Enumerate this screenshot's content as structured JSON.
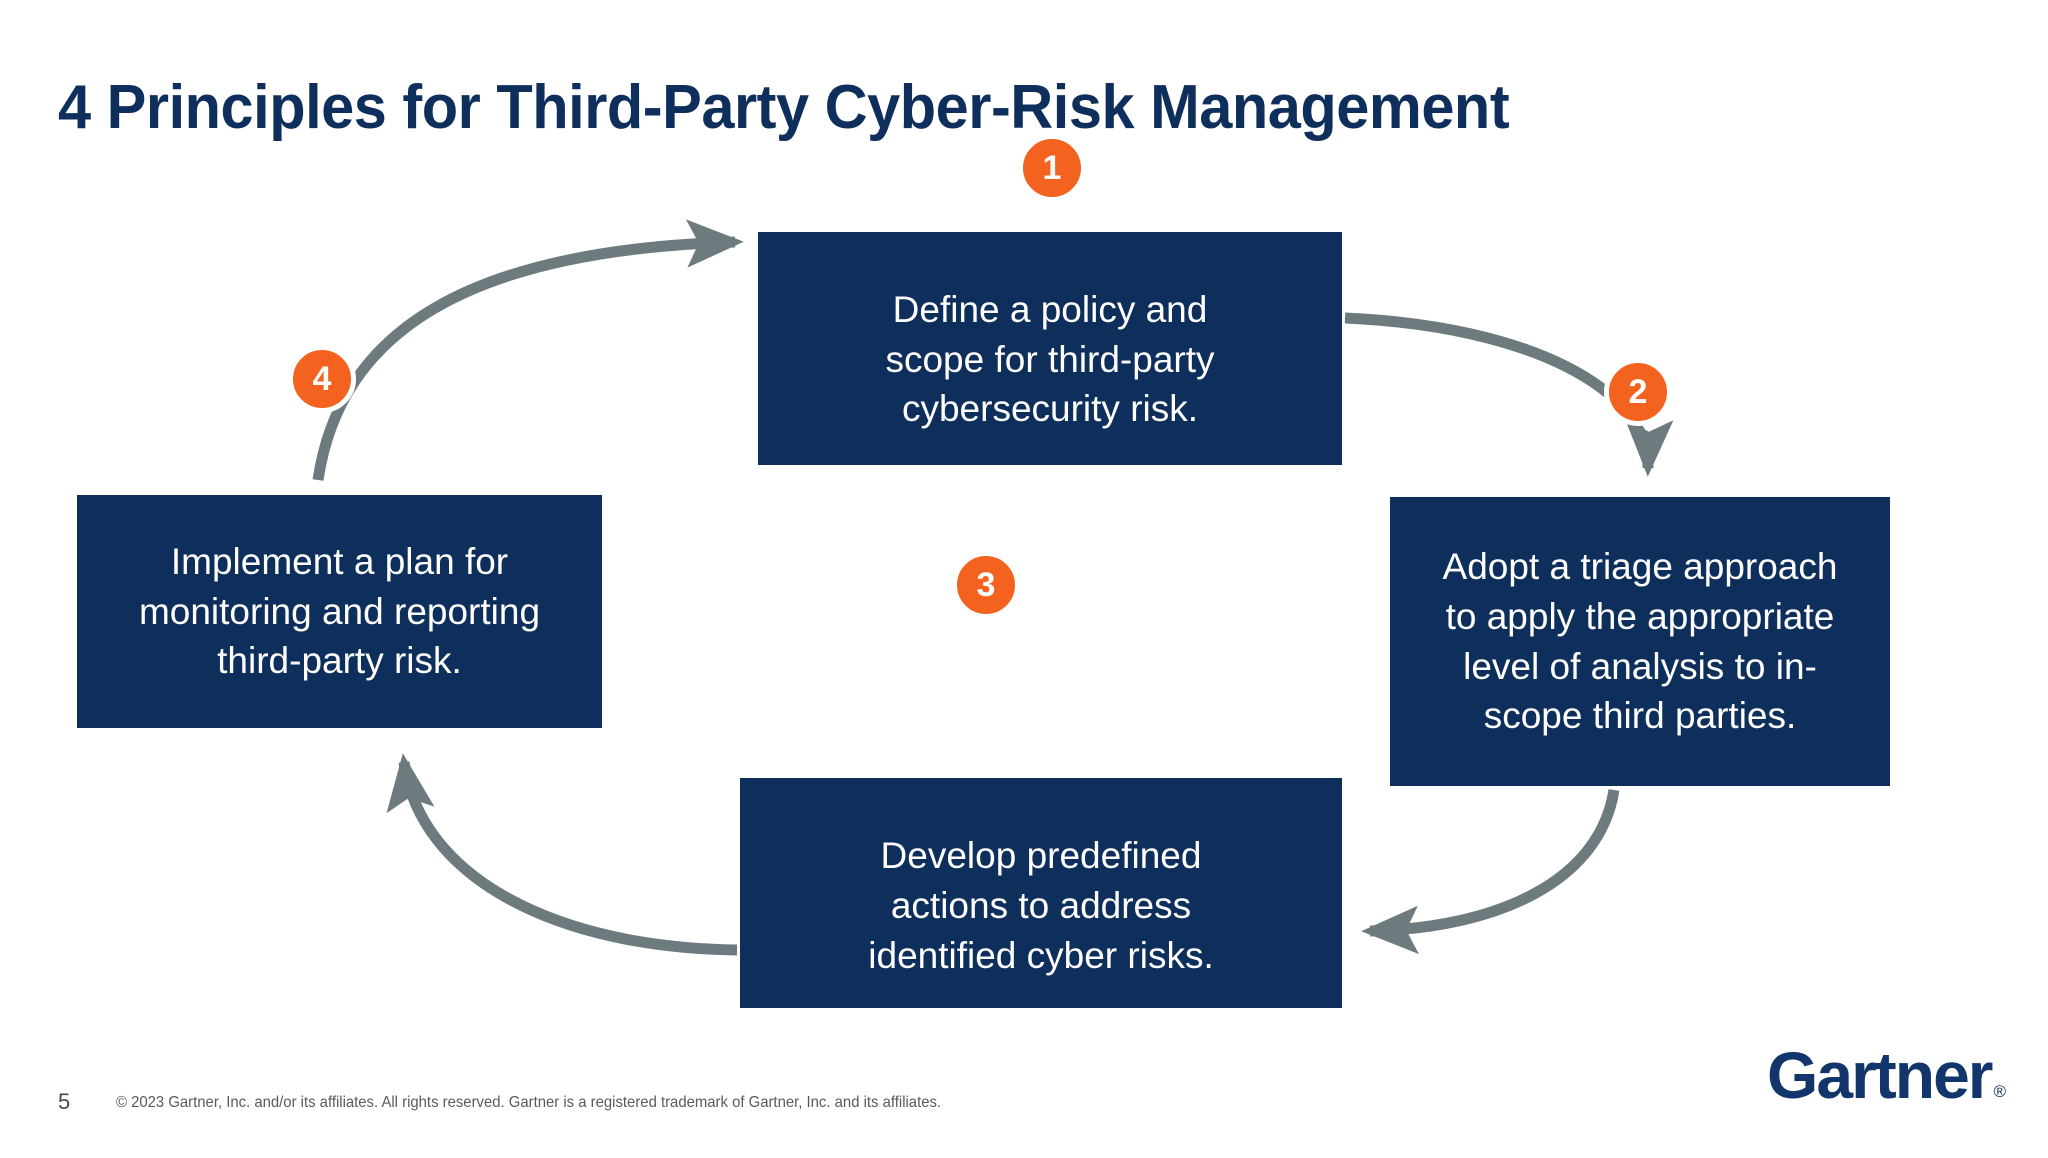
{
  "slide": {
    "title": "4 Principles for Third-Party Cyber-Risk Management",
    "page_number": "5",
    "copyright": "© 2023 Gartner, Inc. and/or its affiliates. All rights reserved. Gartner is a registered trademark of Gartner, Inc. and its affiliates.",
    "colors": {
      "box_navy": "#0E2E5C",
      "badge_orange": "#F4621F",
      "arrow_gray": "#6E7B7E",
      "title_navy": "#0E2E5C",
      "background": "#FFFFFF"
    }
  },
  "logo": {
    "text": "Gartner",
    "registered_mark": "®"
  },
  "diagram": {
    "type": "cycle",
    "steps": [
      {
        "number": "1",
        "text": "Define a policy and\nscope for third-party\ncybersecurity risk."
      },
      {
        "number": "2",
        "text": "Adopt a triage approach\nto apply the appropriate\nlevel of analysis to in-\nscope third parties."
      },
      {
        "number": "3",
        "text": "Develop predefined\nactions to address\nidentified cyber risks."
      },
      {
        "number": "4",
        "text": "Implement a plan for\nmonitoring and reporting\nthird-party risk."
      }
    ],
    "connectors": [
      {
        "from": "4",
        "to": "1"
      },
      {
        "from": "1",
        "to": "2"
      },
      {
        "from": "2",
        "to": "3"
      },
      {
        "from": "3",
        "to": "4"
      }
    ]
  }
}
